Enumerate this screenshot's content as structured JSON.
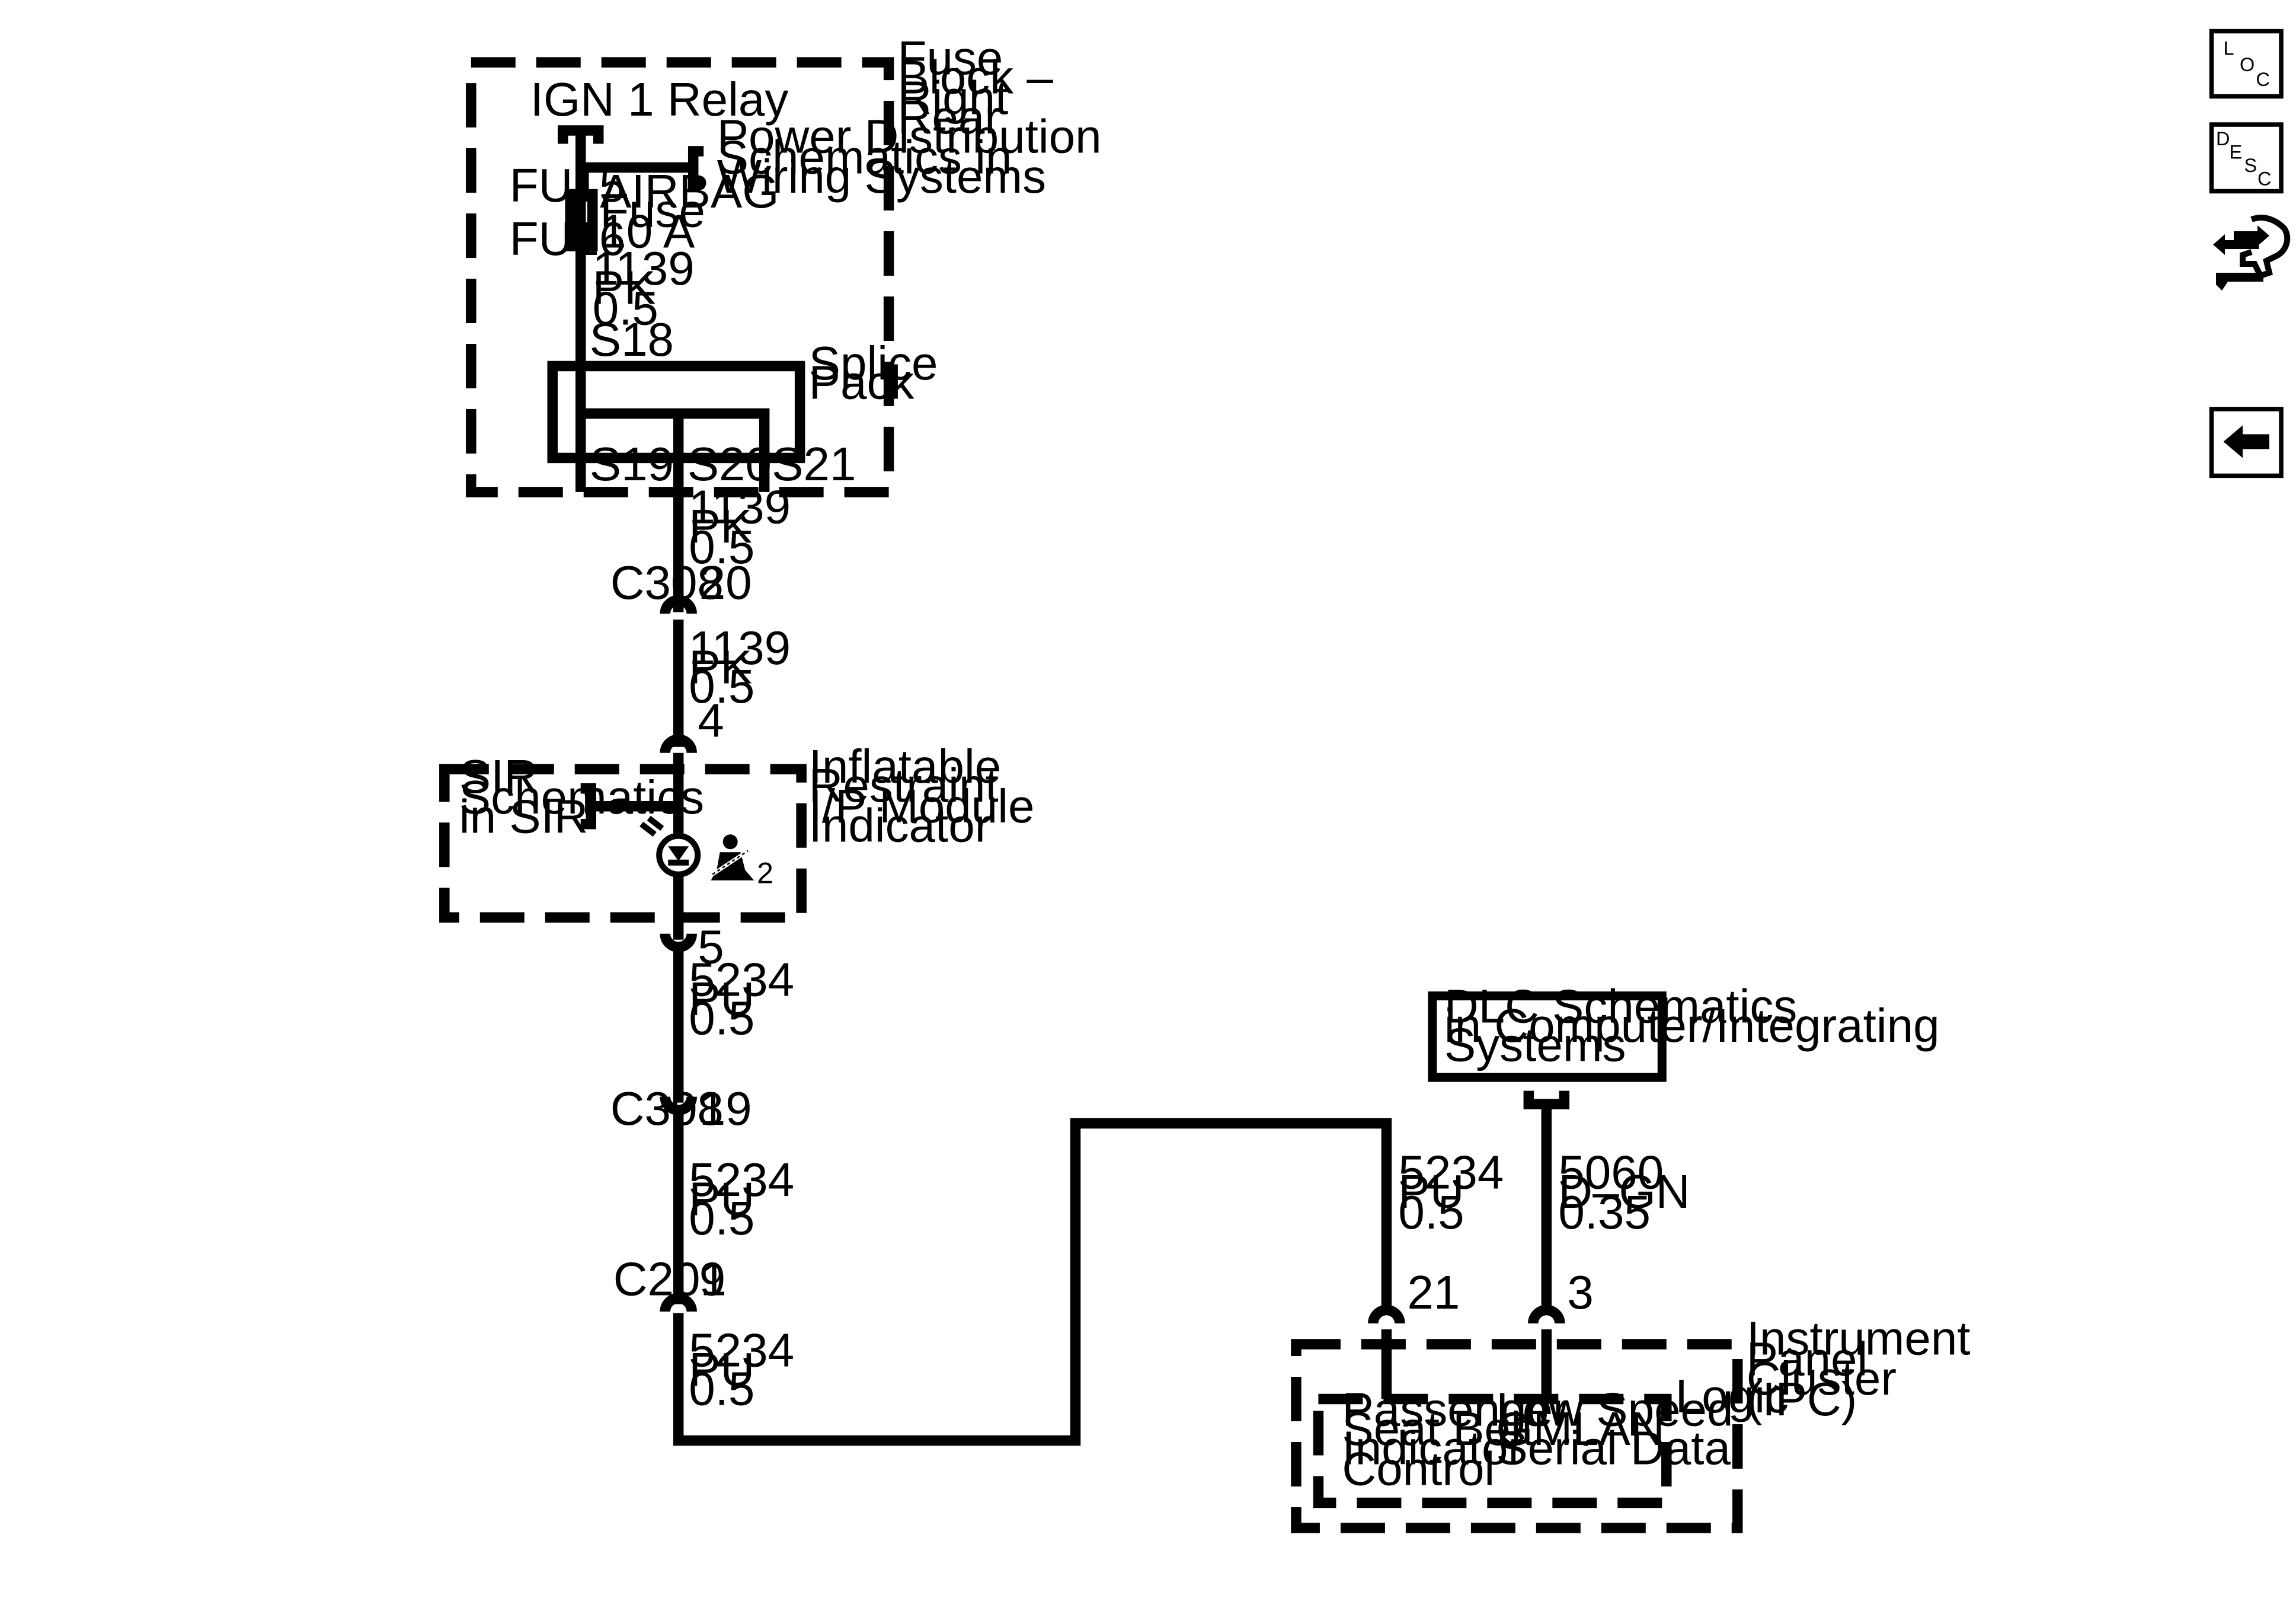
{
  "fuse_block": {
    "label": [
      "Fuse",
      "Block –",
      "Right",
      "Rear"
    ],
    "relay": "IGN 1 Relay",
    "power_ref": [
      "Power Distribution",
      "Schematics in",
      "Wiring Systems"
    ],
    "fuse_top": "FU15",
    "fuse_bottom": "FU16",
    "fuse_label": [
      "AIRBAG",
      "Fuse",
      "10 A"
    ],
    "wire": [
      "1139",
      "PK",
      "0.5"
    ],
    "splice_top": "S18",
    "splice_label": [
      "Splice",
      "Pack"
    ],
    "splice_outs": [
      "S19",
      "S20",
      "S21"
    ]
  },
  "wire_1139_a": [
    "1139",
    "PK",
    "0.5"
  ],
  "connector_a": {
    "name": "C308",
    "pin": "20"
  },
  "wire_1139_b": [
    "1139",
    "PK",
    "0.5"
  ],
  "module": {
    "pin_in": "4",
    "pin_out": "5",
    "label": [
      "Inflatable",
      "Restraint",
      "I/P Module",
      "Indicator"
    ],
    "sir_ref": [
      "SIR",
      "Schematics",
      "in SIR"
    ],
    "indicator_num": "2"
  },
  "wire_5234_a": [
    "5234",
    "PU",
    "0.5"
  ],
  "connector_b": {
    "name": "C308",
    "pin": "19"
  },
  "wire_5234_b": [
    "5234",
    "PU",
    "0.5"
  ],
  "connector_c": {
    "name": "C201",
    "pin": "9"
  },
  "wire_5234_c": [
    "5234",
    "PU",
    "0.5"
  ],
  "wire_5234_d": [
    "5234",
    "PU",
    "0.5"
  ],
  "dlc": {
    "label": [
      "DLC Schematics",
      "in Computer/Integrating",
      "Systems"
    ]
  },
  "wire_5060": [
    "5060",
    "D–GN",
    "0.35"
  ],
  "ipc": {
    "label": [
      "Instrument",
      "Panel",
      "Cluster",
      "(IPC)"
    ],
    "logic": "Logic",
    "pin_a": "21",
    "pin_b": "3",
    "func_a": [
      "Passenger",
      "Seat Belt",
      "Indicator",
      "Control"
    ],
    "func_b": [
      "Low Speed",
      "GMLAN",
      "Serial Data"
    ]
  },
  "nav": {
    "loc": [
      "L",
      "O",
      "C"
    ],
    "desc": [
      "D",
      "E",
      "S",
      "C"
    ]
  }
}
